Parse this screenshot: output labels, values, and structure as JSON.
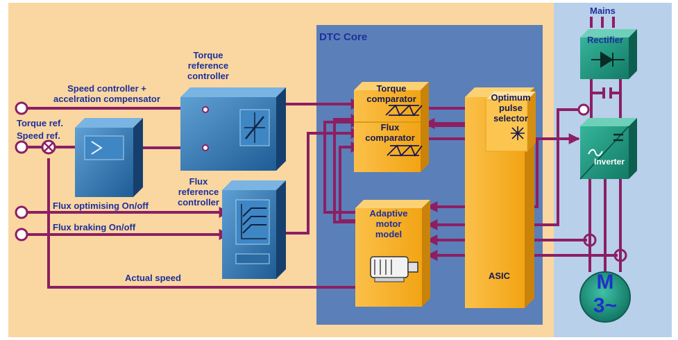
{
  "diagram": {
    "regions": {
      "dtc_core_title": "DTC Core",
      "asic_label": "ASIC"
    },
    "labels": {
      "speed_controller": [
        "Speed controller +",
        "accelration compensator"
      ],
      "torque_ref": "Torque ref.",
      "speed_ref": "Speed ref.",
      "torque_reference_controller": [
        "Torque",
        "reference",
        "controller"
      ],
      "flux_reference_controller": [
        "Flux",
        "reference",
        "controller"
      ],
      "flux_optimising": "Flux optimising On/off",
      "flux_braking": "Flux braking On/off",
      "actual_speed": "Actual speed",
      "torque_comparator": [
        "Torque",
        "comparator"
      ],
      "flux_comparator": [
        "Flux",
        "comparator"
      ],
      "optimum_pulse_selector": [
        "Optimum",
        "pulse",
        "selector"
      ],
      "adaptive_motor_model": [
        "Adaptive",
        "motor",
        "model"
      ],
      "mains": "Mains",
      "rectifier": "Rectifier",
      "inverter": "Inverter",
      "motor_symbol": [
        "M",
        "3~"
      ]
    },
    "colors": {
      "orange_background": "#fad7a0",
      "dtc_core_panel": "#5b7fb8",
      "right_panel": "#b8d0ea",
      "block_orange": "#f7ad1f",
      "block_blue": "#2e6fa8",
      "block_green": "#1f9982",
      "signal_line": "#8c1f63",
      "label_navy": "#1e2f9c",
      "motor_teal": "#1f9982",
      "motor_text": "#2030c8"
    }
  }
}
